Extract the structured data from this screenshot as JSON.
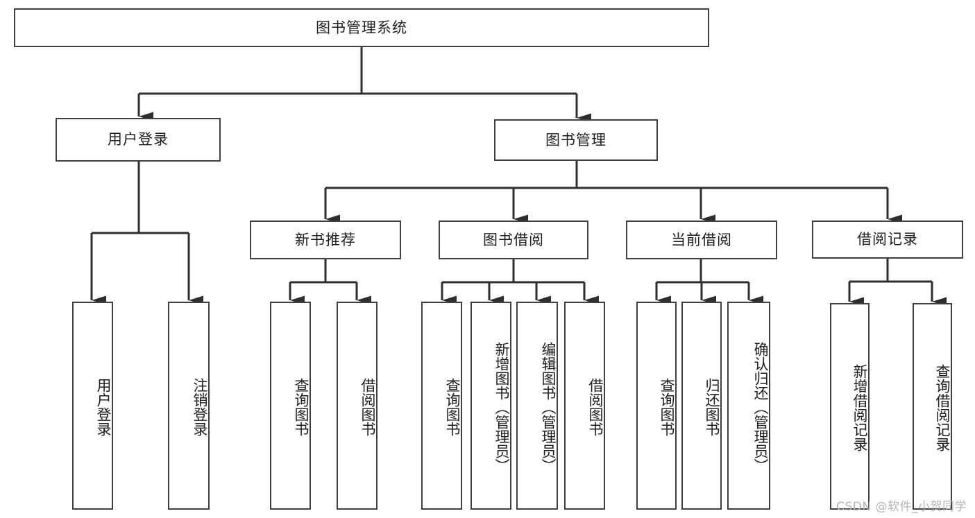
{
  "diagram": {
    "type": "tree-flowchart",
    "title": "图书管理系统",
    "root": {
      "label": "图书管理系统"
    },
    "level2": [
      {
        "label": "用户登录"
      },
      {
        "label": "图书管理"
      }
    ],
    "level3": [
      {
        "label": "新书推荐"
      },
      {
        "label": "图书借阅"
      },
      {
        "label": "当前借阅"
      },
      {
        "label": "借阅记录"
      }
    ],
    "leaves": {
      "user_login": [
        {
          "label": "用户登录"
        },
        {
          "label": "注销登录"
        }
      ],
      "new_book_recommend": [
        {
          "label": "查询图书"
        },
        {
          "label": "借阅图书"
        }
      ],
      "book_borrow": [
        {
          "label": "查询图书"
        },
        {
          "label": "新增图书（管理员）"
        },
        {
          "label": "编辑图书（管理员）"
        },
        {
          "label": "借阅图书"
        }
      ],
      "current_borrow": [
        {
          "label": "查询图书"
        },
        {
          "label": "归还图书"
        },
        {
          "label": "确认归还（管理员）"
        }
      ],
      "borrow_record": [
        {
          "label": "新增借阅记录"
        },
        {
          "label": "查询借阅记录"
        }
      ]
    },
    "colors": {
      "box_border": "#3f3f3f",
      "text": "#1d1d1d",
      "line": "#2e2e2e",
      "background": "#ffffff",
      "watermark": "#b4b4b4"
    }
  },
  "watermark": {
    "text": "CSDN @软件_小贺同学"
  }
}
